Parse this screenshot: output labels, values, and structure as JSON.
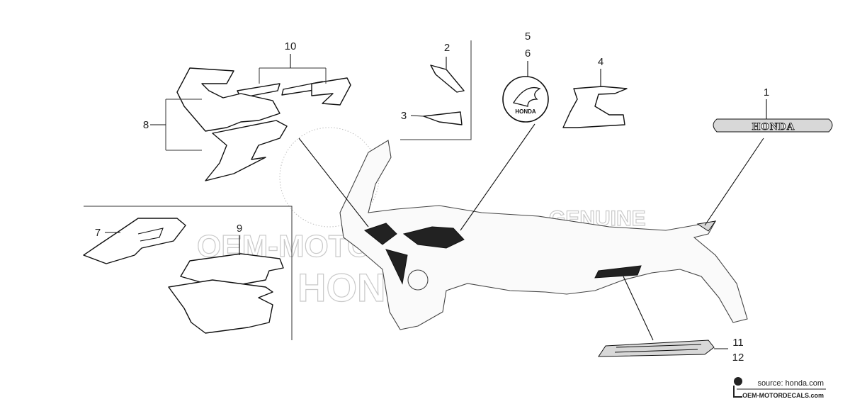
{
  "callouts": {
    "n1": "1",
    "n2": "2",
    "n3": "3",
    "n4": "4",
    "n5": "5",
    "n6": "6",
    "n7": "7",
    "n8": "8",
    "n9": "9",
    "n10": "10",
    "n11": "11",
    "n12": "12"
  },
  "emblem_text": "HONDA",
  "wing_logo_text": "HONDA",
  "watermark": {
    "genuine": "GENUINE",
    "site": "OEM-MOTORDECALS.com",
    "brand": "HONDA"
  },
  "footer": {
    "source": "source: honda.com",
    "site": "OEM-MOTORDECALS.com"
  }
}
